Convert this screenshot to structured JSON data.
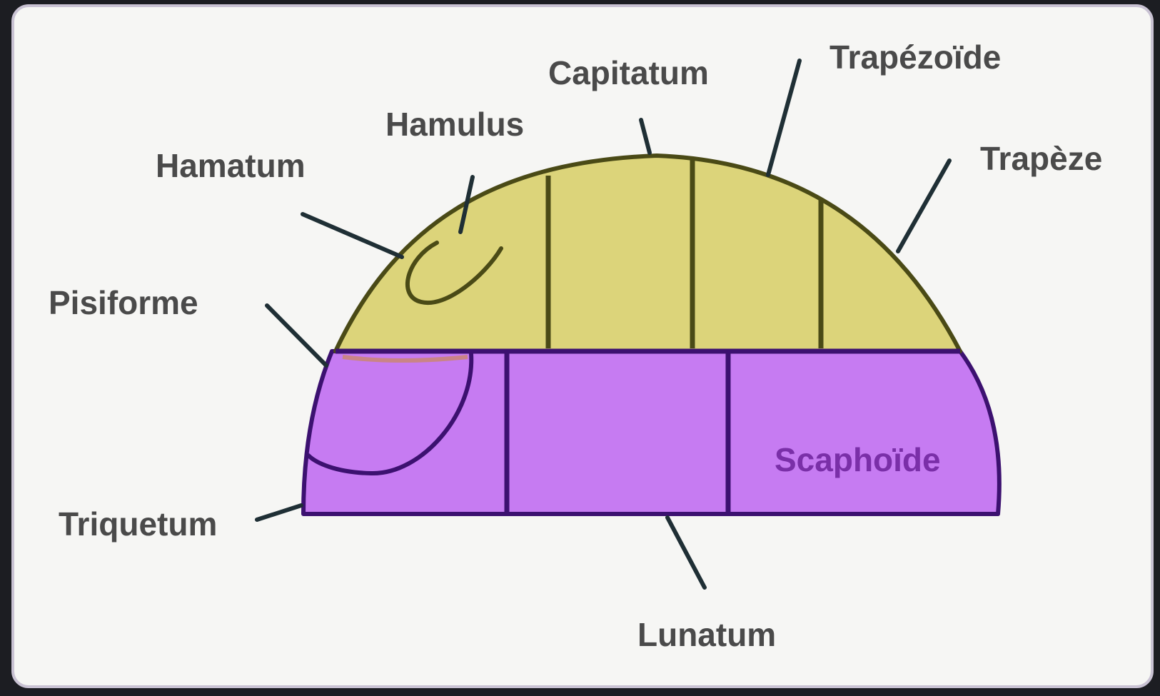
{
  "diagram": {
    "colors": {
      "panel_background": "#f6f6f4",
      "panel_border": "#c9c2d3",
      "distal_row_fill": "#dcd47a",
      "distal_row_outline": "#4a4a16",
      "proximal_row_fill": "#c67bf2",
      "proximal_row_outline": "#3c1170",
      "leader_line": "#1f2f35",
      "label_text": "#4a4a4a",
      "inside_label_text": "#7a2fa8"
    },
    "labels": {
      "capitatum": "Capitatum",
      "trapezoide": "Trapézoïde",
      "hamulus": "Hamulus",
      "trapeze": "Trapèze",
      "hamatum": "Hamatum",
      "pisiforme": "Pisiforme",
      "scaphoide": "Scaphoïde",
      "triquetum": "Triquetum",
      "lunatum": "Lunatum"
    }
  }
}
